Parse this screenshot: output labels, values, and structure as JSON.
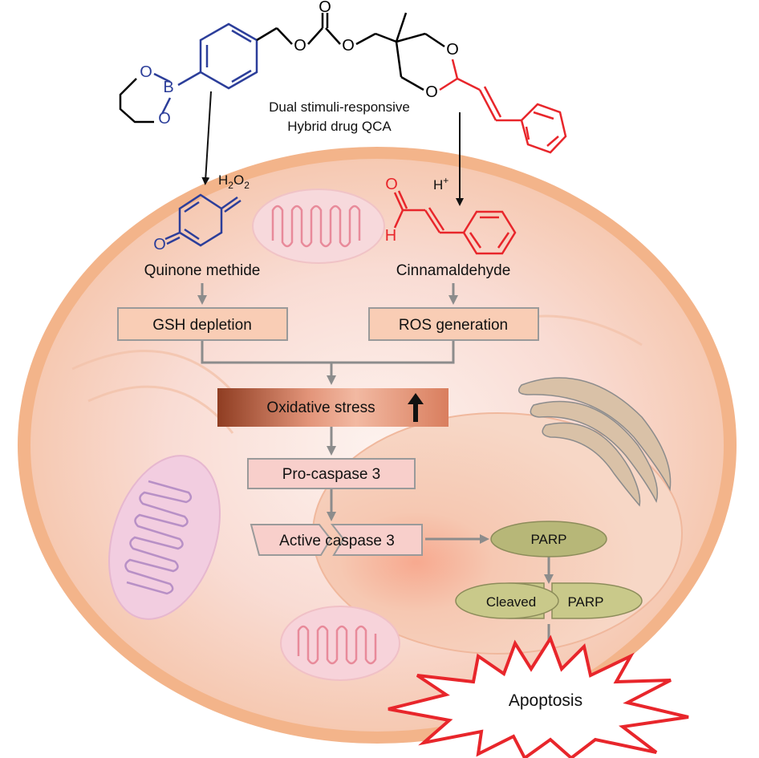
{
  "title": {
    "line1": "Dual stimuli-responsive",
    "line2": "Hybrid drug QCA"
  },
  "reagents": {
    "h2o2_main": "H",
    "h2o2_sub1": "2",
    "h2o2_mid": "O",
    "h2o2_sub2": "2",
    "hplus_main": "H",
    "hplus_sup": "+"
  },
  "atoms": {
    "O": "O",
    "B": "B",
    "H": "H"
  },
  "products": {
    "left": "Quinone methide",
    "right": "Cinnamaldehyde"
  },
  "steps": {
    "gsh": "GSH depletion",
    "ros": "ROS generation",
    "oxidative": "Oxidative stress",
    "procaspase": "Pro-caspase 3",
    "active_caspase": "Active caspase 3",
    "parp": "PARP",
    "cleaved": "Cleaved",
    "cleaved_parp": "PARP",
    "apoptosis": "Apoptosis"
  },
  "colors": {
    "boronate_blue": "#2c3e9a",
    "acetal_red": "#e8262b",
    "box_fill": "#fbd3bb",
    "box_stroke": "#9a9a9a",
    "arrow_gray": "#8c8c8c",
    "cell_outline": "#f0a06a",
    "parp_fill": "#b7b778",
    "starburst": "#e8262b"
  }
}
